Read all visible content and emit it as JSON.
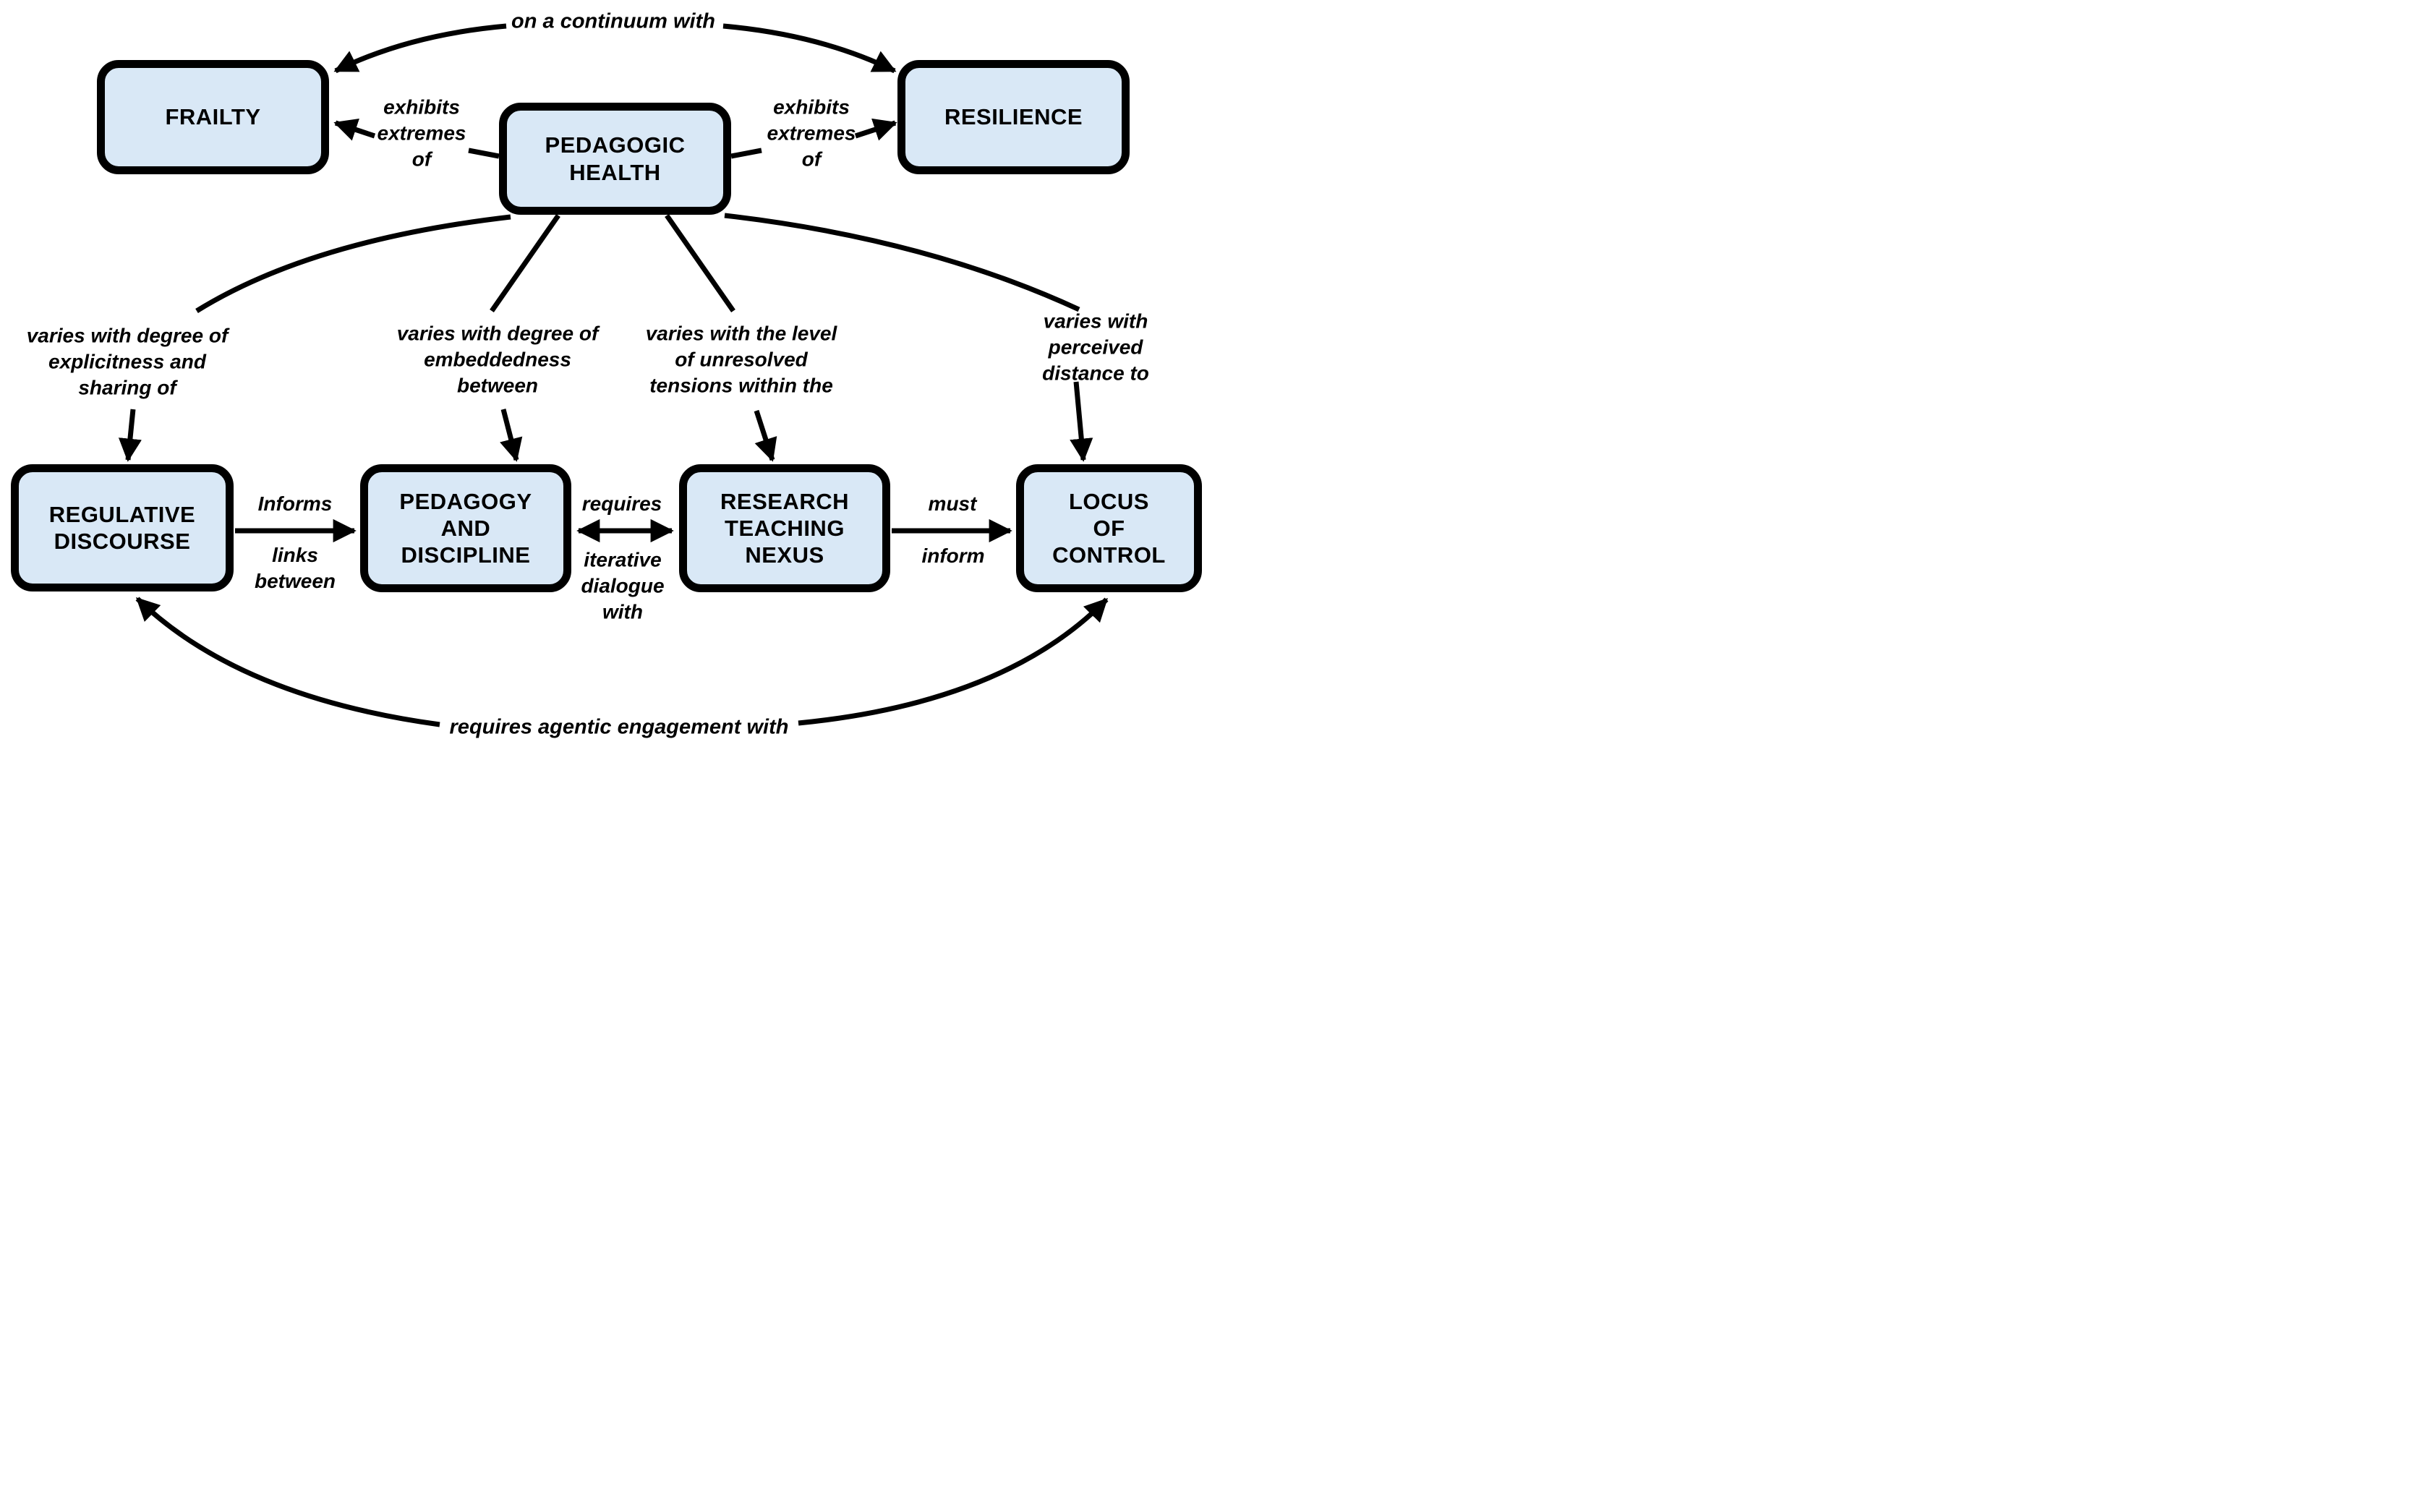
{
  "diagram": {
    "title_hint": "concept map of pedagogic health",
    "colors": {
      "node_fill": "#d9e8f6",
      "node_border": "#000000",
      "line": "#000000",
      "background": "#ffffff"
    },
    "nodes": {
      "frailty": {
        "label": "FRAILTY"
      },
      "pedagogic_health": {
        "label": "PEDAGOGIC\nHEALTH"
      },
      "resilience": {
        "label": "RESILIENCE"
      },
      "regulative_discourse": {
        "label": "REGULATIVE\nDISCOURSE"
      },
      "pedagogy_and_discipline": {
        "label": "PEDAGOGY\nAND\nDISCIPLINE"
      },
      "research_teaching_nexus": {
        "label": "RESEARCH\nTEACHING\nNEXUS"
      },
      "locus_of_control": {
        "label": "LOCUS\nOF\nCONTROL"
      }
    },
    "edge_labels": {
      "continuum": "on a continuum with",
      "exhibits_left": "exhibits\nextremes\nof",
      "exhibits_right": "exhibits\nextremes\nof",
      "varies_explicitness": "varies with degree of\nexplicitness and\nsharing of",
      "varies_embeddedness": "varies with degree of\nembeddedness\nbetween",
      "varies_tensions": "varies with the level\nof unresolved\ntensions within the",
      "varies_distance": "varies with perceived\ndistance to",
      "informs": "Informs",
      "links_between": "links\nbetween",
      "requires": "requires",
      "iterative_dialogue": "iterative\ndialogue\nwith",
      "must": "must",
      "inform": "inform",
      "agentic_engagement": "requires agentic engagement with"
    },
    "edges": [
      {
        "from": "frailty",
        "to": "resilience",
        "label": "on a continuum with",
        "style": "curved-arc-both-ends"
      },
      {
        "from": "pedagogic_health",
        "to": "frailty",
        "label": "exhibits extremes of"
      },
      {
        "from": "pedagogic_health",
        "to": "resilience",
        "label": "exhibits extremes of"
      },
      {
        "from": "pedagogic_health",
        "to": "regulative_discourse",
        "label": "varies with degree of explicitness and sharing of"
      },
      {
        "from": "pedagogic_health",
        "to": "pedagogy_and_discipline",
        "label": "varies with degree of embeddedness between"
      },
      {
        "from": "pedagogic_health",
        "to": "research_teaching_nexus",
        "label": "varies with the level of unresolved tensions within the"
      },
      {
        "from": "pedagogic_health",
        "to": "locus_of_control",
        "label": "varies with perceived distance to"
      },
      {
        "from": "regulative_discourse",
        "to": "pedagogy_and_discipline",
        "label": "Informs links between"
      },
      {
        "from": "pedagogy_and_discipline",
        "to": "research_teaching_nexus",
        "label": "requires iterative dialogue with",
        "style": "double-headed"
      },
      {
        "from": "research_teaching_nexus",
        "to": "locus_of_control",
        "label": "must inform"
      },
      {
        "from": "regulative_discourse",
        "to": "locus_of_control",
        "label": "requires agentic engagement with",
        "style": "curved-arc-both-ends"
      }
    ]
  }
}
